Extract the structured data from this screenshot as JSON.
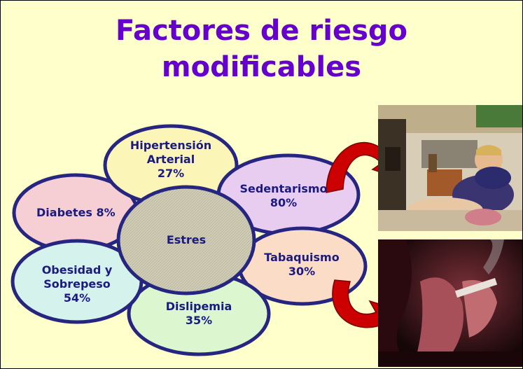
{
  "title": {
    "line1": "Factores de riesgo",
    "line2": "modificables"
  },
  "center": {
    "label": "Estres"
  },
  "factors": [
    {
      "label": "Hipertensión",
      "label2": "Arterial",
      "value": "27%"
    },
    {
      "label": "Sedentarismo",
      "value": "80%"
    },
    {
      "label": "Tabaquismo",
      "value": "30%"
    },
    {
      "label": "Dislipemia",
      "value": "35%"
    },
    {
      "label": "Obesidad y",
      "label2": "Sobrepeso",
      "value": "54%"
    },
    {
      "label": "Diabetes",
      "value": "8%"
    }
  ],
  "colors": {
    "background": "#ffffcc",
    "title": "#6600cc",
    "ellipse_stroke": "#262680",
    "label": "#1a1a80",
    "arrow": "#cc0000",
    "hipertension_fill": "#fbf5b8",
    "sedentarismo_fill": "#e8cdf0",
    "tabaquismo_fill": "#fbdcc6",
    "dislipemia_fill": "#dcf6d0",
    "obesidad_fill": "#d6f2ec",
    "diabetes_fill": "#f6cfd4",
    "estres_fill": "#d0cdb0"
  },
  "images": [
    {
      "name": "sedentary-child-photo"
    },
    {
      "name": "smoking-person-photo"
    }
  ]
}
